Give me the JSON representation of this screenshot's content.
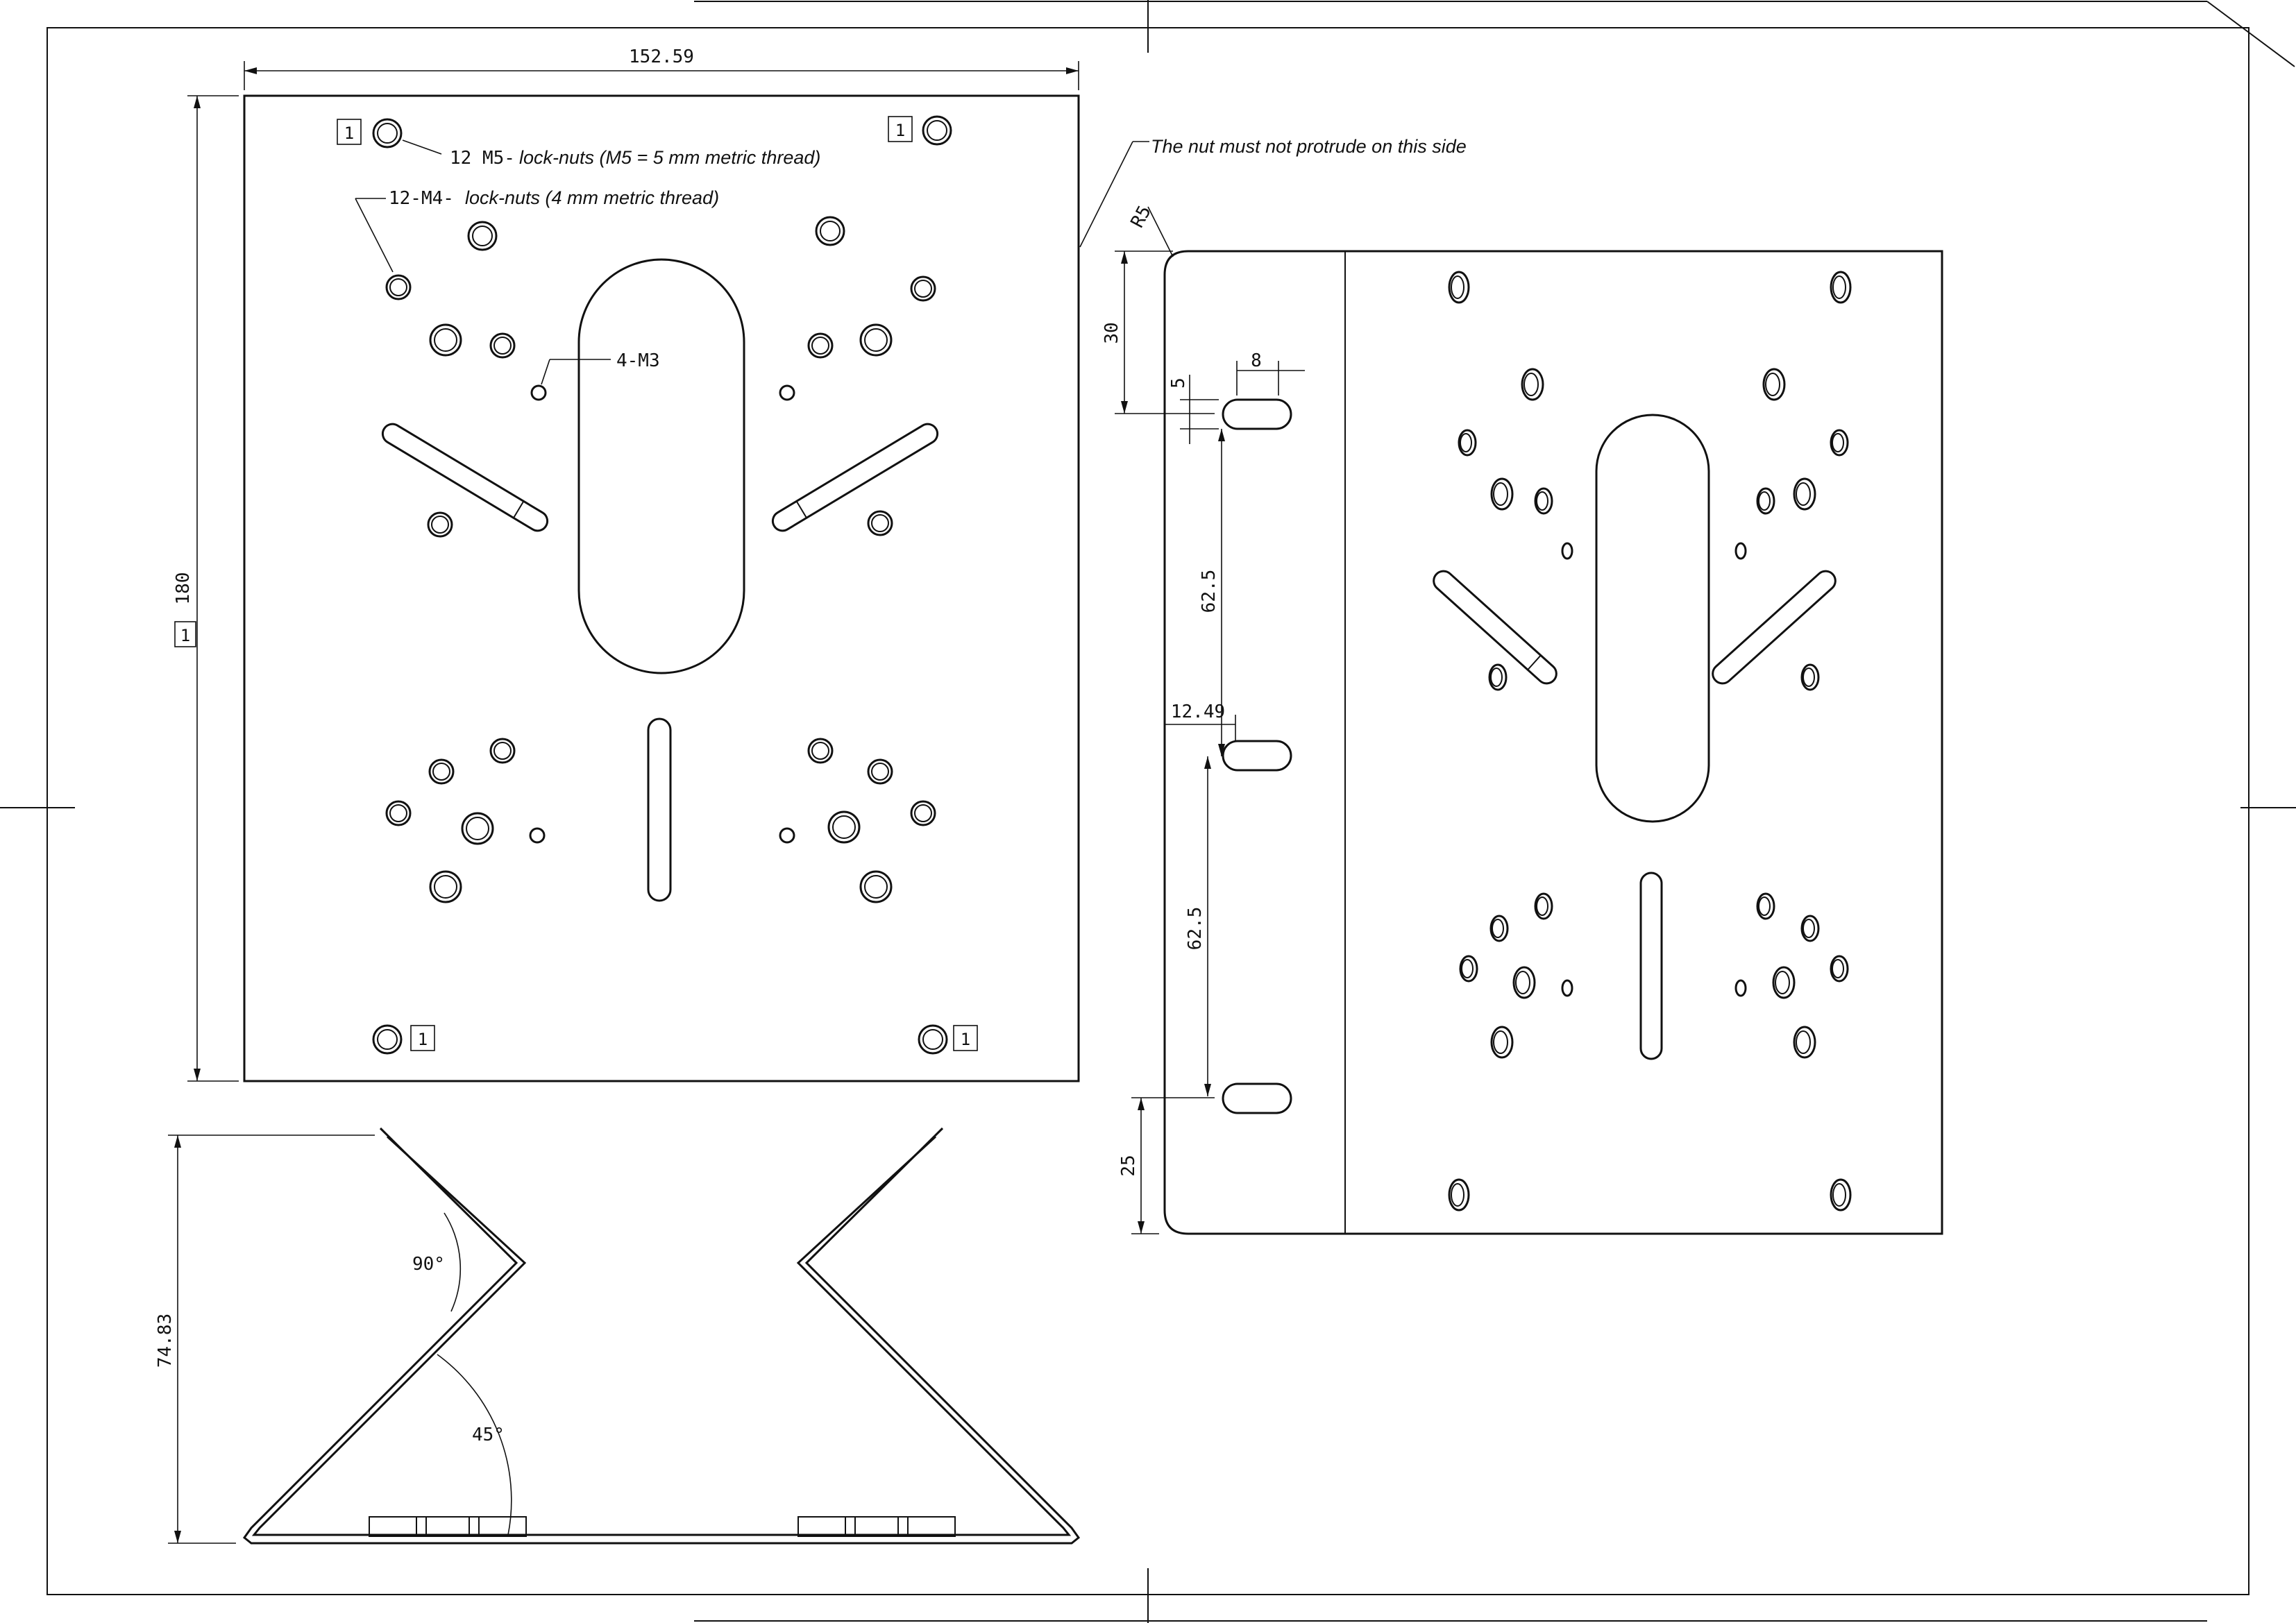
{
  "top_view": {
    "width_dim": "152.59",
    "height_dim": "180",
    "height_tag": "1",
    "corner_tag": "1",
    "m5_label": "12 M5-",
    "m5_note": "lock-nuts (M5 = 5 mm metric thread)",
    "m4_label": "12-M4-",
    "m4_note": "lock-nuts (4 mm metric thread)",
    "m3_label": "4-M3"
  },
  "side_view": {
    "height_dim": "74.83",
    "angle_top": "90°",
    "angle_bottom": "45°"
  },
  "right_view": {
    "note": "The nut must not protrude on this side",
    "radius": "R5",
    "dims": {
      "top_offset": "30",
      "slot_width": "8",
      "slot_height": "5",
      "spacing_1": "62.5",
      "edge_offset": "12.49",
      "spacing_2": "62.5",
      "bottom_offset": "25"
    }
  }
}
